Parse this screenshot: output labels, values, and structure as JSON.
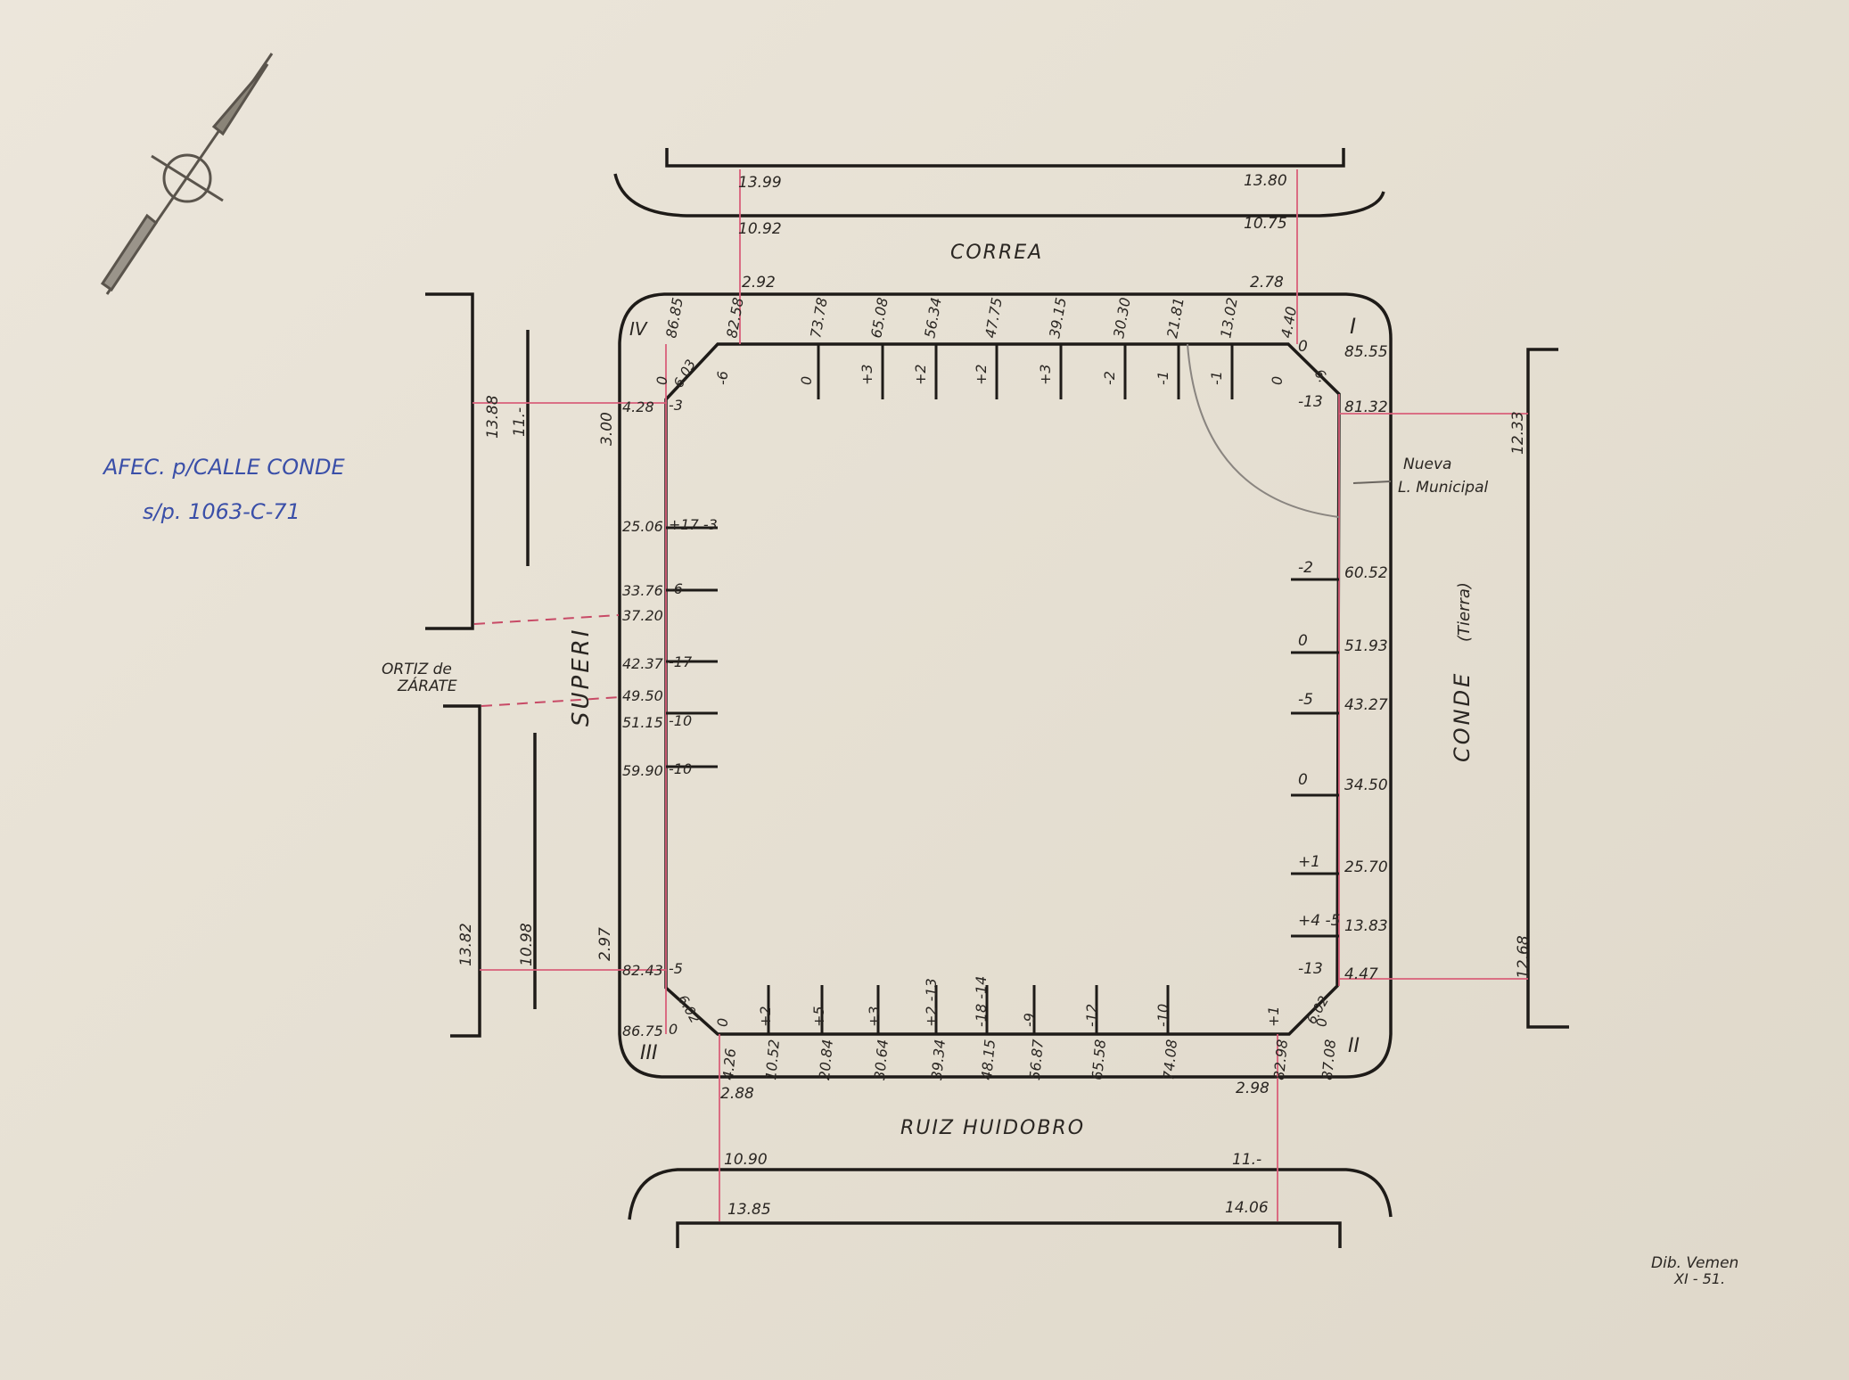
{
  "streets": {
    "top": "CORREA",
    "bottom": "RUIZ HUIDOBRO",
    "left": "SUPERI",
    "right": "CONDE",
    "right_note": "(Tierra)",
    "cross_left": [
      "ORTIZ de",
      "ZÁRATE"
    ]
  },
  "annotations": {
    "afec_line1": "AFEC. p/CALLE CONDE",
    "afec_line2": "s/p. 1063-C-71",
    "nueva_line1": "Nueva",
    "nueva_line2": "L. Municipal",
    "signature_line1": "Dib. Vemen",
    "signature_line2": "XI - 51."
  },
  "corners": {
    "I": "I",
    "II": "II",
    "III": "III",
    "IV": "IV"
  },
  "widths": {
    "top_left_outer": "13.99",
    "top_left_inner": "10.92",
    "top_left_sidewalk": "2.92",
    "top_right_outer": "13.80",
    "top_right_inner": "10.75",
    "top_right_sidewalk": "2.78",
    "bottom_left_sidewalk": "2.88",
    "bottom_left_inner": "10.90",
    "bottom_left_outer": "13.85",
    "bottom_right_sidewalk": "2.98",
    "bottom_right_inner": "11.-",
    "bottom_right_outer": "14.06",
    "left_upper_outer": "13.88",
    "left_upper_inner": "11.-",
    "left_upper_sidewalk": "3.00",
    "left_lower_outer": "13.82",
    "left_lower_inner": "10.98",
    "left_lower_sidewalk": "2.97",
    "right_upper_outer": "12.33",
    "right_lower_outer": "12.68"
  },
  "top_stations": [
    {
      "label": "86.85",
      "level": "0"
    },
    {
      "label": "82.58",
      "level": "-6"
    },
    {
      "label": "73.78",
      "level": "0"
    },
    {
      "label": "65.08",
      "level": "+3"
    },
    {
      "label": "56.34",
      "level": "+2"
    },
    {
      "label": "47.75",
      "level": "+2"
    },
    {
      "label": "39.15",
      "level": "+3"
    },
    {
      "label": "30.30",
      "level": "-2"
    },
    {
      "label": "21.81",
      "level": "-1"
    },
    {
      "label": "13.02",
      "level": "-1"
    },
    {
      "label": "4.40",
      "level": "0"
    }
  ],
  "bottom_stations": [
    {
      "label": "4.26",
      "level": "0"
    },
    {
      "label": "10.52",
      "level": "+2"
    },
    {
      "label": "20.84",
      "level": "+5"
    },
    {
      "label": "30.64",
      "level": "+3"
    },
    {
      "label": "39.34",
      "level": "+2 -13"
    },
    {
      "label": "48.15",
      "level": "-18 -14"
    },
    {
      "label": "56.87",
      "level": "-9"
    },
    {
      "label": "65.58",
      "level": "-12"
    },
    {
      "label": "74.08",
      "level": "-10"
    },
    {
      "label": "82.98",
      "level": "+1"
    },
    {
      "label": "87.08",
      "level": "0"
    }
  ],
  "left_stations": [
    {
      "label": "4.28",
      "level": "-3"
    },
    {
      "label": "25.06",
      "level": "+17 -3"
    },
    {
      "label": "33.76",
      "level": "-6"
    },
    {
      "label": "37.20",
      "level": ""
    },
    {
      "label": "42.37",
      "level": "-17"
    },
    {
      "label": "49.50",
      "level": ""
    },
    {
      "label": "51.15",
      "level": "-10"
    },
    {
      "label": "59.90",
      "level": "-10"
    },
    {
      "label": "82.43",
      "level": "-5"
    },
    {
      "label": "86.75",
      "level": "0"
    }
  ],
  "right_stations": [
    {
      "label": "85.55",
      "level": "0"
    },
    {
      "label": "81.32",
      "level": "-13"
    },
    {
      "label": "60.52",
      "level": "-2"
    },
    {
      "label": "51.93",
      "level": "0"
    },
    {
      "label": "43.27",
      "level": "-5"
    },
    {
      "label": "34.50",
      "level": "0"
    },
    {
      "label": "25.70",
      "level": "+1"
    },
    {
      "label": "13.83",
      "level": "+4 -5"
    },
    {
      "label": "4.47",
      "level": "-13"
    }
  ],
  "chamfers": {
    "top_left": "6.03",
    "top_right": "6.",
    "bottom_left": "6.02",
    "bottom_right": "6.02"
  }
}
